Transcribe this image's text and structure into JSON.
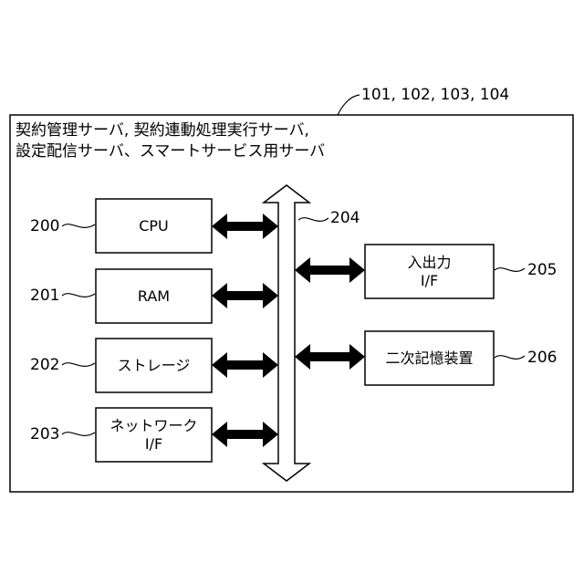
{
  "header_ref": "101, 102, 103, 104",
  "title_line1": "契約管理サーバ, 契約連動処理実行サーバ,",
  "title_line2": "設定配信サーバ、スマートサービス用サーバ",
  "blocks": {
    "cpu": {
      "ref": "200",
      "label": "CPU"
    },
    "ram": {
      "ref": "201",
      "label": "RAM"
    },
    "storage": {
      "ref": "202",
      "label": "ストレージ"
    },
    "network": {
      "ref": "203",
      "label_line1": "ネットワーク",
      "label_line2": "I/F"
    },
    "bus": {
      "ref": "204"
    },
    "io": {
      "ref": "205",
      "label_line1": "入出力",
      "label_line2": "I/F"
    },
    "secondary_storage": {
      "ref": "206",
      "label": "二次記憶装置"
    }
  }
}
